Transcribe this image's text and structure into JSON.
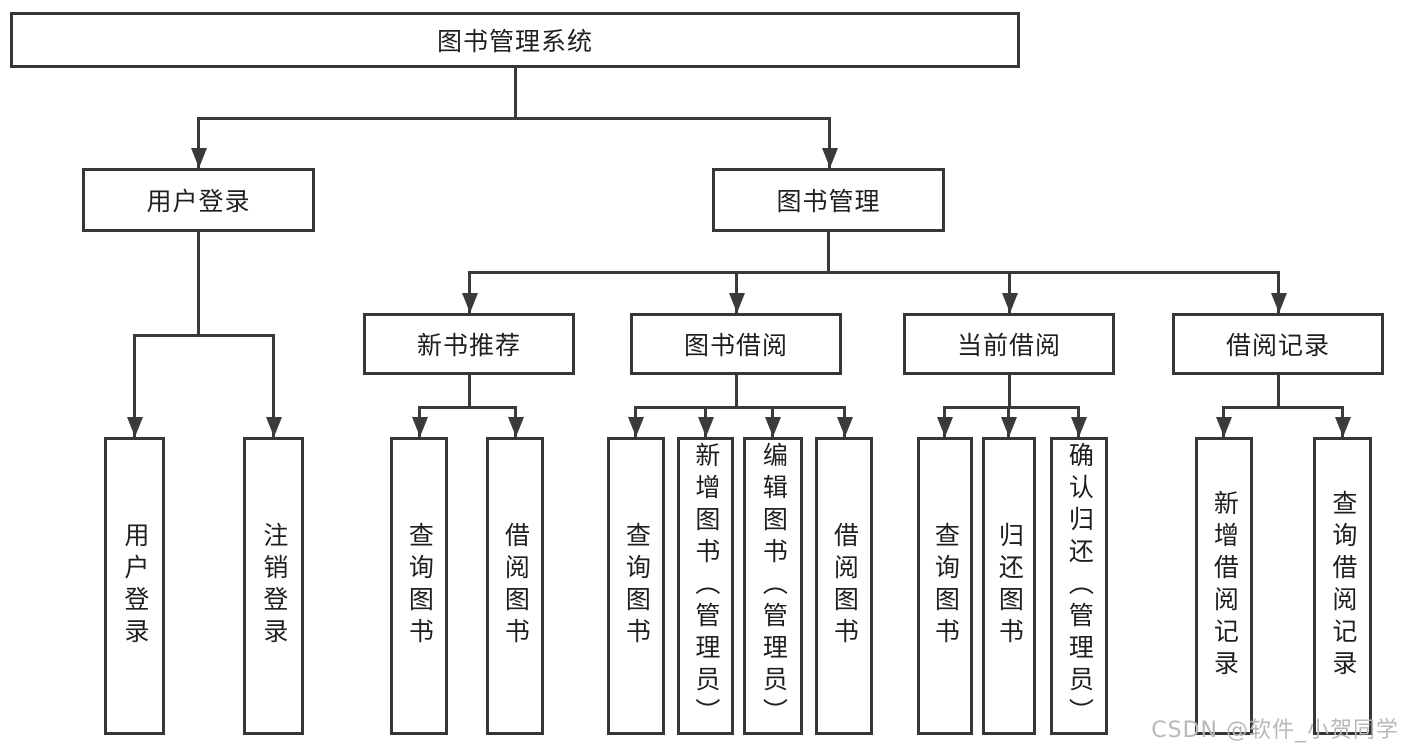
{
  "diagram": {
    "root_label": "图书管理系统",
    "level2": [
      {
        "label": "用户登录"
      },
      {
        "label": "图书管理"
      }
    ],
    "level3": [
      {
        "label": "新书推荐"
      },
      {
        "label": "图书借阅"
      },
      {
        "label": "当前借阅"
      },
      {
        "label": "借阅记录"
      }
    ],
    "leaves": {
      "login": [
        {
          "label": "用户登录"
        },
        {
          "label": "注销登录"
        }
      ],
      "recommend": [
        {
          "label": "查询图书"
        },
        {
          "label": "借阅图书"
        }
      ],
      "borrow": [
        {
          "label": "查询图书"
        },
        {
          "label": "新增图书（管理员）"
        },
        {
          "label": "编辑图书（管理员）"
        },
        {
          "label": "借阅图书"
        }
      ],
      "current": [
        {
          "label": "查询图书"
        },
        {
          "label": "归还图书"
        },
        {
          "label": "确认归还（管理员）"
        }
      ],
      "records": [
        {
          "label": "新增借阅记录"
        },
        {
          "label": "查询借阅记录"
        }
      ]
    }
  },
  "watermark": {
    "text": "CSDN @软件_小贺同学"
  },
  "colors": {
    "line": "#3a3a3a",
    "border": "#363636",
    "text": "#1f1f1f",
    "watermark": "#b8b8b8",
    "background": "#ffffff"
  }
}
